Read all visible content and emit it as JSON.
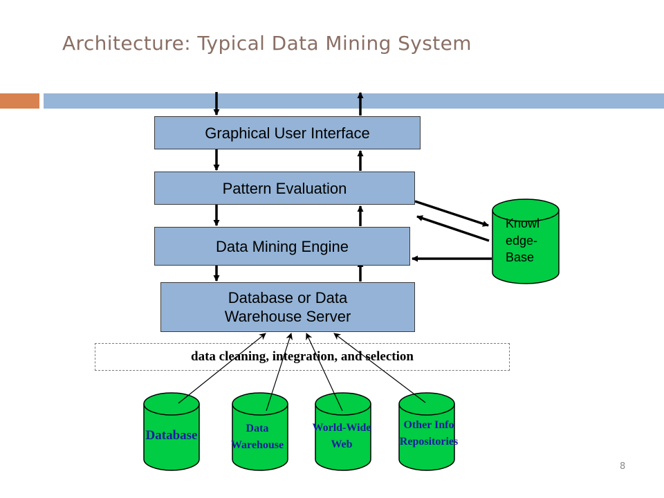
{
  "slide": {
    "title": "Architecture: Typical Data Mining System",
    "page_number": "8"
  },
  "layers": {
    "gui": "Graphical User Interface",
    "pattern_evaluation": "Pattern Evaluation",
    "mining_engine": "Data Mining Engine",
    "server_line1": "Database or Data",
    "server_line2": "Warehouse Server"
  },
  "knowledge_base": {
    "line1": "Knowl",
    "line2": "edge-",
    "line3": "Base"
  },
  "preprocessing": "data cleaning, integration, and selection",
  "sources": {
    "database": "Database",
    "warehouse_line1": "Data",
    "warehouse_line2": "Warehouse",
    "www_line1": "World-Wide",
    "www_line2": "Web",
    "other_line1": "Other Info",
    "other_line2": "Repositories"
  },
  "colors": {
    "layer_fill": "#94b3d6",
    "cylinder_fill": "#00cc44",
    "source_text": "#1a1aa0",
    "accent_orange": "#d8824f",
    "accent_blue": "#97b5d6",
    "title_color": "#8a6f64"
  }
}
